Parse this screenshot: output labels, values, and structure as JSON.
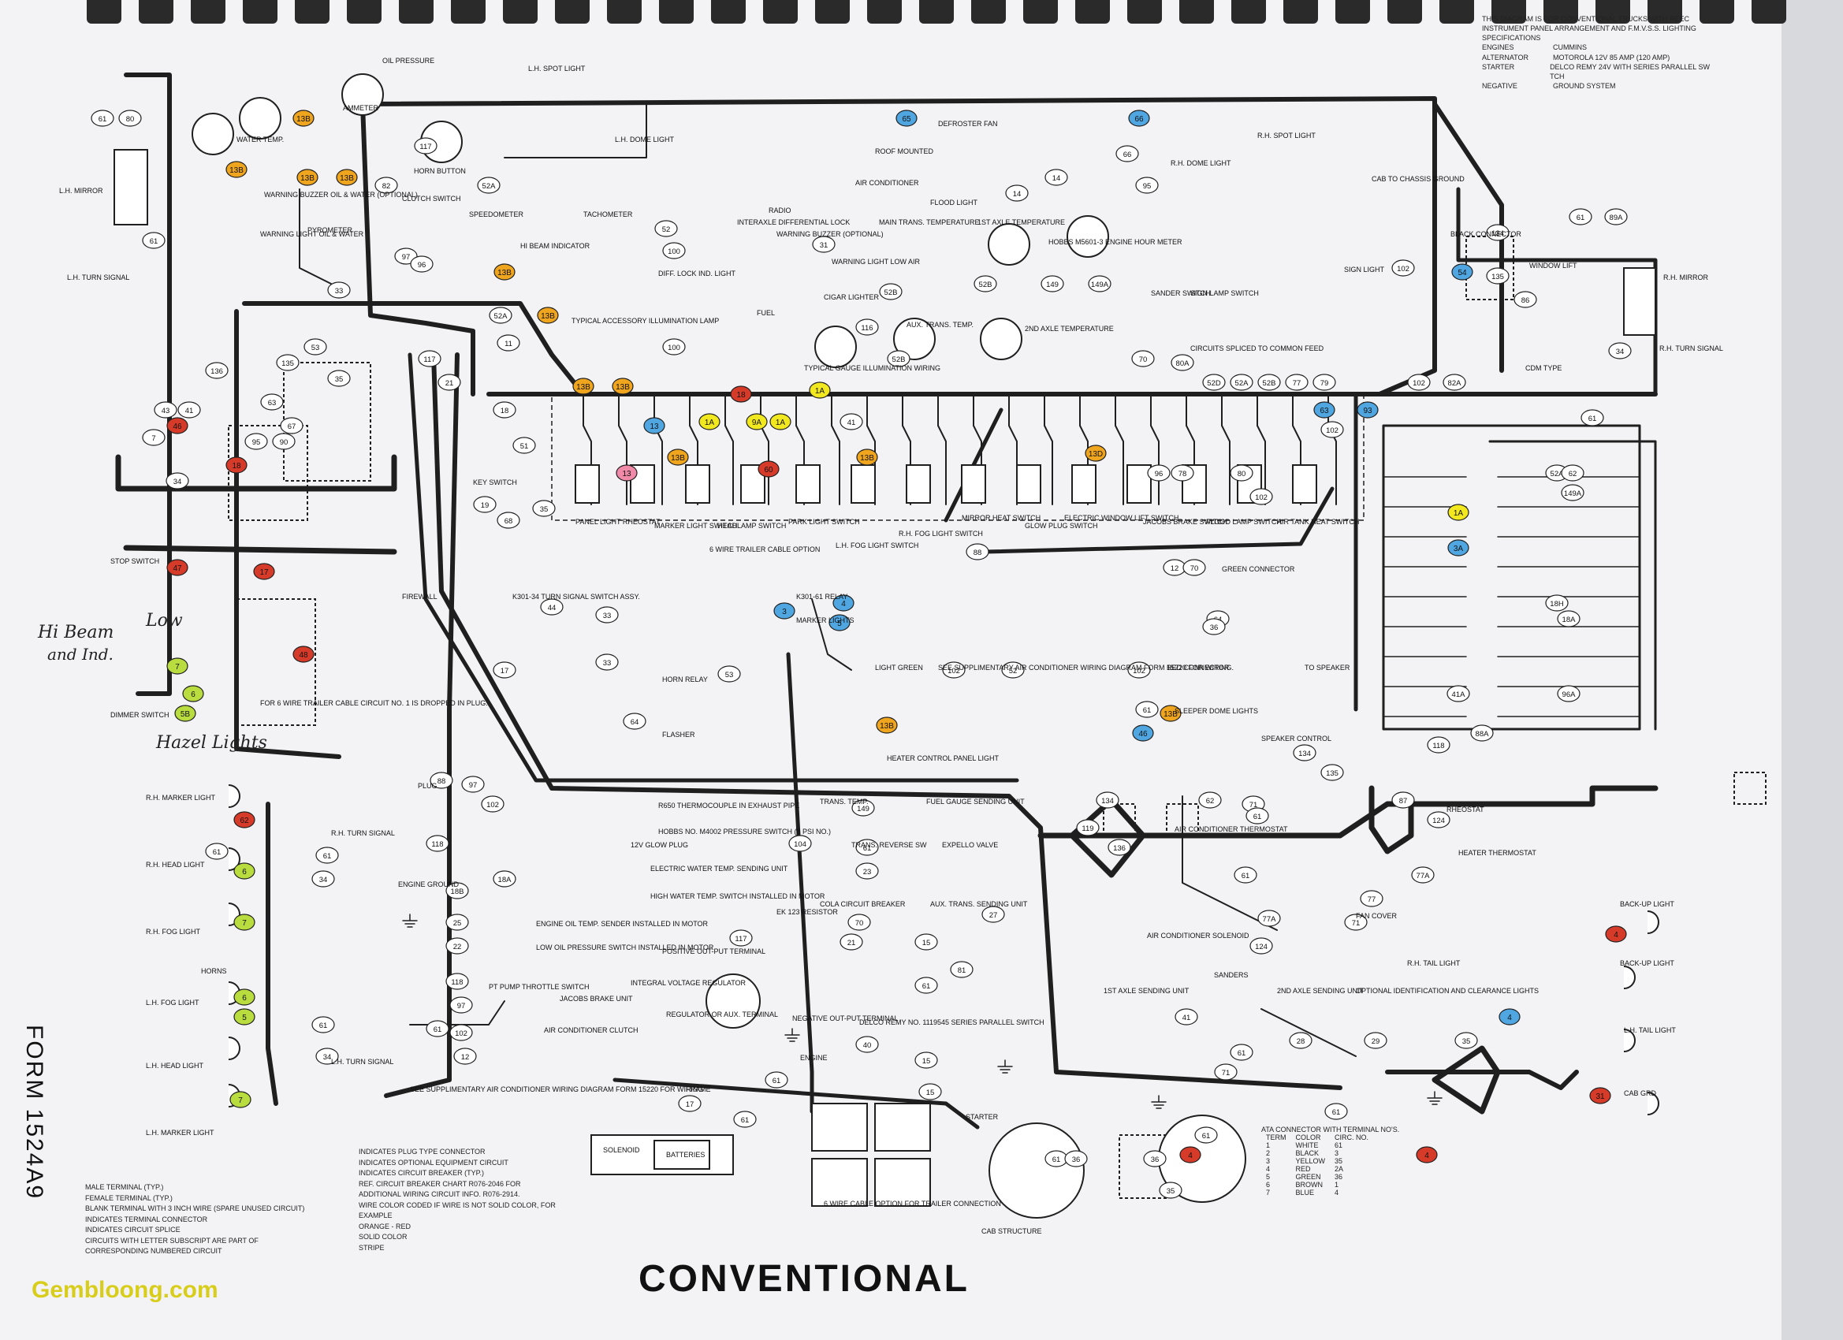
{
  "title": "CONVENTIONAL",
  "form_number": "FORM 1524A9",
  "watermark": "Gembloong.com",
  "header": {
    "intro": "THIS DIAGRAM IS FOR CONVENTIONAL TRUCKS WITH REEC INSTRUMENT PANEL ARRANGEMENT AND F.M.V.S.S. LIGHTING SPECIFICATIONS",
    "rows": [
      {
        "key": "ENGINES",
        "value": "CUMMINS"
      },
      {
        "key": "ALTERNATOR",
        "value": "MOTOROLA 12V 85 AMP (120 AMP)"
      },
      {
        "key": "STARTER",
        "value": "DELCO REMY 24V WITH SERIES PARALLEL SW TCH"
      },
      {
        "key": "NEGATIVE",
        "value": "GROUND SYSTEM"
      }
    ]
  },
  "handwritten": {
    "hi_beam": "Hi Beam",
    "and_ind": "and Ind.",
    "low": "Low",
    "hazard": "Hazel Lights"
  },
  "legend": {
    "items": [
      "MALE TERMINAL (TYP.)",
      "FEMALE TERMINAL (TYP.)",
      "BLANK TERMINAL WITH 3 INCH WIRE (SPARE UNUSED CIRCUIT)",
      "INDICATES TERMINAL CONNECTOR",
      "INDICATES CIRCUIT SPLICE",
      "CIRCUITS WITH LETTER SUBSCRIPT ARE PART OF CORRESPONDING NUMBERED CIRCUIT"
    ],
    "center_items": [
      "INDICATES PLUG TYPE CONNECTOR",
      "INDICATES OPTIONAL EQUIPMENT CIRCUIT",
      "INDICATES CIRCUIT BREAKER (TYP.)",
      "REF. CIRCUIT BREAKER CHART R076-2046 FOR ADDITIONAL WIRING CIRCUIT INFO. R076-2914.",
      "WIRE COLOR CODED IF WIRE IS NOT SOLID COLOR, FOR EXAMPLE",
      "ORANGE - RED",
      "SOLID COLOR",
      "STRIPE"
    ]
  },
  "ata": {
    "heading": "ATA CONNECTOR WITH TERMINAL NO'S.",
    "columns": [
      "TERM",
      "COLOR",
      "CIRC. NO."
    ],
    "rows": [
      [
        "1",
        "WHITE",
        "61"
      ],
      [
        "2",
        "BLACK",
        "3"
      ],
      [
        "3",
        "YELLOW",
        "35"
      ],
      [
        "4",
        "RED",
        "2A"
      ],
      [
        "5",
        "GREEN",
        "36"
      ],
      [
        "6",
        "BROWN",
        "1"
      ],
      [
        "7",
        "BLUE",
        "4"
      ]
    ]
  },
  "colors": {
    "wire": "#1f1f1f",
    "yellow_circuit": "#f2e81f",
    "orange_circuit": "#f0a51e",
    "blue_circuit": "#4fa6e0",
    "red_circuit": "#d63b2a",
    "green_circuit": "#b9dc3f",
    "pink_circuit": "#f08aa8",
    "paper": "#f3f3f6"
  },
  "labels": [
    {
      "text": "L.H. MIRROR"
    },
    {
      "text": "L.H. TURN SIGNAL"
    },
    {
      "text": "WATER TEMP."
    },
    {
      "text": "AMMETER"
    },
    {
      "text": "OIL PRESSURE"
    },
    {
      "text": "HORN BUTTON"
    },
    {
      "text": "CLUTCH SWITCH"
    },
    {
      "text": "WARNING BUZZER OIL & WATER (OPTIONAL)"
    },
    {
      "text": "PYROMETER"
    },
    {
      "text": "WARNING LIGHT OIL & WATER"
    },
    {
      "text": "SPEEDOMETER"
    },
    {
      "text": "TACHOMETER"
    },
    {
      "text": "HI BEAM INDICATOR"
    },
    {
      "text": "TYPICAL ACCESSORY ILLUMINATION LAMP"
    },
    {
      "text": "L.H. DOME LIGHT"
    },
    {
      "text": "RADIO"
    },
    {
      "text": "INTERAXLE DIFFERENTIAL LOCK"
    },
    {
      "text": "AIR CONDITIONER"
    },
    {
      "text": "ROOF MOUNTED"
    },
    {
      "text": "DEFROSTER FAN"
    },
    {
      "text": "FLOOD LIGHT"
    },
    {
      "text": "R.H. DOME LIGHT"
    },
    {
      "text": "R.H. SPOT LIGHT"
    },
    {
      "text": "L.H. SPOT LIGHT"
    },
    {
      "text": "WARNING BUZZER (OPTIONAL)"
    },
    {
      "text": "WARNING LIGHT LOW AIR"
    },
    {
      "text": "DIFF. LOCK IND. LIGHT"
    },
    {
      "text": "FUEL"
    },
    {
      "text": "CIGAR LIGHTER"
    },
    {
      "text": "TYPICAL GAUGE ILLUMINATION WIRING"
    },
    {
      "text": "MAIN TRANS. TEMPERATURE"
    },
    {
      "text": "1ST AXLE TEMPERATURE"
    },
    {
      "text": "AUX. TRANS. TEMP."
    },
    {
      "text": "2ND AXLE TEMPERATURE"
    },
    {
      "text": "HOBBS M5601-3 ENGINE HOUR METER"
    },
    {
      "text": "SANDER SWITCH"
    },
    {
      "text": "SIGN LAMP SWITCH"
    },
    {
      "text": "CIRCUITS SPLICED TO COMMON FEED"
    },
    {
      "text": "CAB TO CHASSIS GROUND"
    },
    {
      "text": "SIGN LIGHT"
    },
    {
      "text": "BLACK CONNECTOR"
    },
    {
      "text": "WINDOW LIFT"
    },
    {
      "text": "R.H. MIRROR"
    },
    {
      "text": "R.H. TURN SIGNAL"
    },
    {
      "text": "CDM TYPE"
    },
    {
      "text": "KEY SWITCH"
    },
    {
      "text": "PANEL LIGHT RHEOSTAT"
    },
    {
      "text": "MARKER LIGHT SWITCH"
    },
    {
      "text": "HEADLAMP SWITCH"
    },
    {
      "text": "PARK LIGHT SWITCH"
    },
    {
      "text": "L.H. FOG LIGHT SWITCH"
    },
    {
      "text": "R.H. FOG LIGHT SWITCH"
    },
    {
      "text": "MIRROR HEAT SWITCH"
    },
    {
      "text": "GLOW PLUG SWITCH"
    },
    {
      "text": "ELECTRIC WINDOW LIFT SWITCH"
    },
    {
      "text": "JACOBS BRAKE SWITCH"
    },
    {
      "text": "FLOOD LAMP SWITCH"
    },
    {
      "text": "AIR TANK HEAT SWITCH"
    },
    {
      "text": "6 WIRE TRAILER CABLE OPTION"
    },
    {
      "text": "STOP SWITCH"
    },
    {
      "text": "DIMMER SWITCH"
    },
    {
      "text": "FOR 6 WIRE TRAILER CABLE CIRCUIT NO. 1 IS DROPPED IN PLUG."
    },
    {
      "text": "K301-34 TURN SIGNAL SWITCH ASSY."
    },
    {
      "text": "K301-61 RELAY"
    },
    {
      "text": "MARKER LIGHTS"
    },
    {
      "text": "HORN RELAY"
    },
    {
      "text": "FLASHER"
    },
    {
      "text": "LIGHT GREEN"
    },
    {
      "text": "SEE SUPPLIMENTARY AIR CONDITIONER WIRING DIAGRAM FORM 15220 FOR WIRING."
    },
    {
      "text": "HEATER CONTROL PANEL LIGHT"
    },
    {
      "text": "SLEEPER DOME LIGHTS"
    },
    {
      "text": "SPEAKER CONTROL"
    },
    {
      "text": "TO SPEAKER"
    },
    {
      "text": "RED CONNECTOR"
    },
    {
      "text": "GREEN CONNECTOR"
    },
    {
      "text": "R.H. MARKER LIGHT"
    },
    {
      "text": "R.H. HEAD LIGHT"
    },
    {
      "text": "R.H. TURN SIGNAL"
    },
    {
      "text": "R.H. FOG LIGHT"
    },
    {
      "text": "HORNS"
    },
    {
      "text": "L.H. FOG LIGHT"
    },
    {
      "text": "L.H. TURN SIGNAL"
    },
    {
      "text": "L.H. HEAD LIGHT"
    },
    {
      "text": "L.H. MARKER LIGHT"
    },
    {
      "text": "ENGINE GROUND"
    },
    {
      "text": "R650 THERMOCOUPLE IN EXHAUST PIPE"
    },
    {
      "text": "HOBBS NO. M4002 PRESSURE SWITCH (8 PSI NO.)"
    },
    {
      "text": "12V GLOW PLUG"
    },
    {
      "text": "ELECTRIC WATER TEMP. SENDING UNIT"
    },
    {
      "text": "HIGH WATER TEMP. SWITCH INSTALLED IN MOTOR"
    },
    {
      "text": "ENGINE OIL TEMP. SENDER INSTALLED IN MOTOR"
    },
    {
      "text": "LOW OIL PRESSURE SWITCH INSTALLED IN MOTOR"
    },
    {
      "text": "PT PUMP THROTTLE SWITCH"
    },
    {
      "text": "JACOBS BRAKE UNIT"
    },
    {
      "text": "AIR CONDITIONER CLUTCH"
    },
    {
      "text": "SEE SUPPLIMENTARY AIR CONDITIONER WIRING DIAGRAM FORM 15220 FOR WIRING"
    },
    {
      "text": "TRANS. TEMP."
    },
    {
      "text": "TRANS. REVERSE SW"
    },
    {
      "text": "EK 123 RESISTOR"
    },
    {
      "text": "COLA CIRCUIT BREAKER"
    },
    {
      "text": "FUEL GAUGE SENDING UNIT"
    },
    {
      "text": "EXPELLO VALVE"
    },
    {
      "text": "AUX. TRANS. SENDING UNIT"
    },
    {
      "text": "POSITIVE OUT-PUT TERMINAL"
    },
    {
      "text": "INTEGRAL VOLTAGE REGULATOR"
    },
    {
      "text": "REGULATOR OR AUX. TERMINAL"
    },
    {
      "text": "NEGATIVE OUT-PUT TERMINAL"
    },
    {
      "text": "DELCO REMY NO. 1119545 SERIES PARALLEL SWITCH"
    },
    {
      "text": "ENGINE"
    },
    {
      "text": "FRAME"
    },
    {
      "text": "STARTER"
    },
    {
      "text": "SOLENOID"
    },
    {
      "text": "BATTERIES"
    },
    {
      "text": "6 WIRE CABLE OPTION FOR TRAILER CONNECTION"
    },
    {
      "text": "CAB STRUCTURE"
    },
    {
      "text": "AIR CONDITIONER THERMOSTAT"
    },
    {
      "text": "RHEOSTAT"
    },
    {
      "text": "HEATER THERMOSTAT"
    },
    {
      "text": "FAN COVER"
    },
    {
      "text": "AIR CONDITIONER SOLENOID"
    },
    {
      "text": "SANDERS"
    },
    {
      "text": "1ST AXLE SENDING UNIT"
    },
    {
      "text": "2ND AXLE SENDING UNIT"
    },
    {
      "text": "OPTIONAL IDENTIFICATION AND CLEARANCE LIGHTS"
    },
    {
      "text": "R.H. TAIL LIGHT"
    },
    {
      "text": "BACK-UP LIGHT"
    },
    {
      "text": "BACK-UP LIGHT"
    },
    {
      "text": "L.H. TAIL LIGHT"
    },
    {
      "text": "CAB GRD"
    },
    {
      "text": "FIREWALL"
    },
    {
      "text": "PLUG"
    }
  ]
}
